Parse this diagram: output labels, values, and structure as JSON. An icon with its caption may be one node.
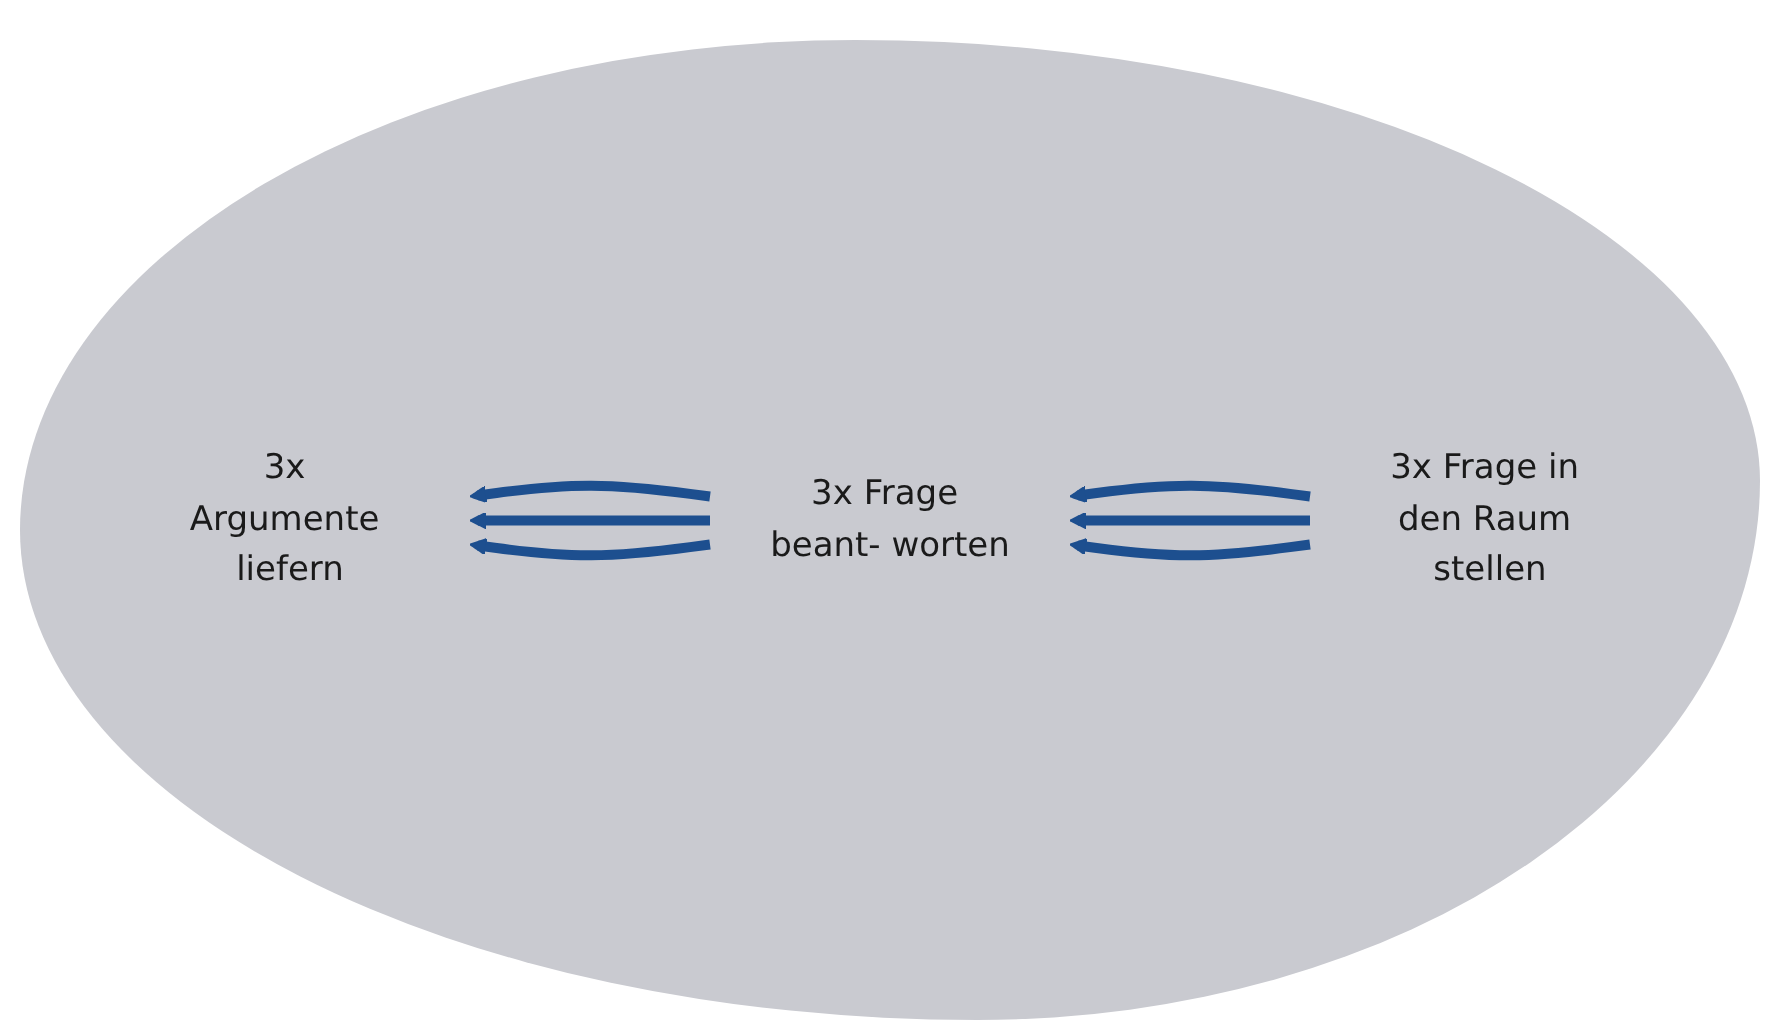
{
  "diagram": {
    "nodes": [
      {
        "text": [
          "3x Argumente liefern"
        ]
      },
      {
        "text": [
          "3x Frage beant- worten"
        ]
      },
      {
        "text": [
          "3x Frage in den Raum stellen"
        ]
      }
    ],
    "edges": [
      {
        "from": 1,
        "to": 0,
        "arrow": "to"
      },
      {
        "from": 1,
        "to": 0,
        "arrow": "to"
      },
      {
        "from": 1,
        "to": 0,
        "arrow": "to"
      },
      {
        "from": 2,
        "to": 1,
        "arrow": "to"
      },
      {
        "from": 2,
        "to": 1,
        "arrow": "to"
      },
      {
        "from": 2,
        "to": 1,
        "arrow": "to"
      }
    ]
  }
}
